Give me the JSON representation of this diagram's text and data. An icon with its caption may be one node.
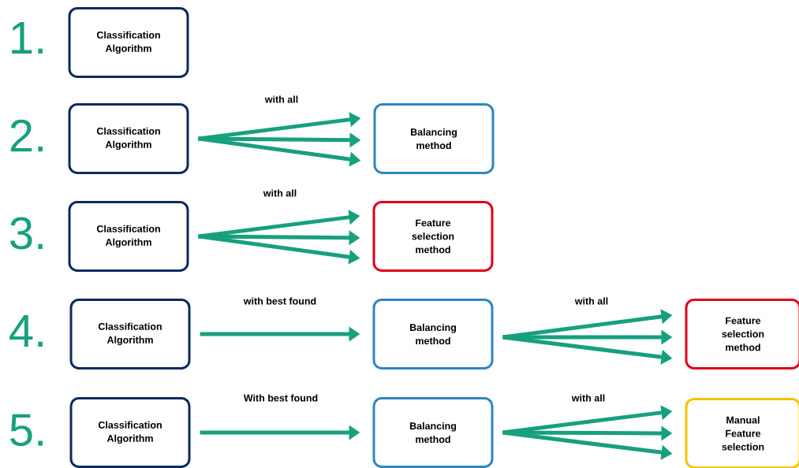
{
  "diagram": {
    "nodes": [
      {
        "text": [
          "Classification Algorithm"
        ]
      },
      {
        "text": [
          "Classification Algorithm"
        ]
      },
      {
        "text": [
          "Balancing method"
        ]
      },
      {
        "text": [
          "Classification Algorithm"
        ]
      },
      {
        "text": [
          "Feature selection method"
        ]
      },
      {
        "text": [
          "Classification Algorithm"
        ]
      },
      {
        "text": [
          "Balancing method"
        ]
      },
      {
        "text": [
          "Feature selection method"
        ]
      },
      {
        "text": [
          "Classification Algorithm"
        ]
      },
      {
        "text": [
          "Balancing method"
        ]
      },
      {
        "text": [
          "Manual Feature selection"
        ]
      }
    ],
    "edges": [
      {
        "from": 1,
        "to": 2,
        "arrow": "to",
        "label": "with all"
      },
      {
        "from": 1,
        "to": 2,
        "arrow": "to"
      },
      {
        "from": 1,
        "to": 2,
        "arrow": "to"
      },
      {
        "from": 3,
        "to": 4,
        "arrow": "to",
        "label": "with all"
      },
      {
        "from": 3,
        "to": 4,
        "arrow": "to"
      },
      {
        "from": 3,
        "to": 4,
        "arrow": "to"
      },
      {
        "from": 5,
        "to": 6,
        "arrow": "to",
        "label": "with best found"
      },
      {
        "from": 6,
        "to": 7,
        "arrow": "to",
        "label": "with all"
      },
      {
        "from": 6,
        "to": 7,
        "arrow": "to"
      },
      {
        "from": 6,
        "to": 7,
        "arrow": "to"
      },
      {
        "from": 8,
        "to": 9,
        "arrow": "to",
        "label": "With best found"
      },
      {
        "from": 9,
        "to": 10,
        "arrow": "to",
        "label": "with all"
      },
      {
        "from": 9,
        "to": 10,
        "arrow": "to"
      },
      {
        "from": 9,
        "to": 10,
        "arrow": "to"
      }
    ],
    "labels": [
      "1.",
      "2.",
      "3.",
      "4.",
      "5."
    ]
  }
}
